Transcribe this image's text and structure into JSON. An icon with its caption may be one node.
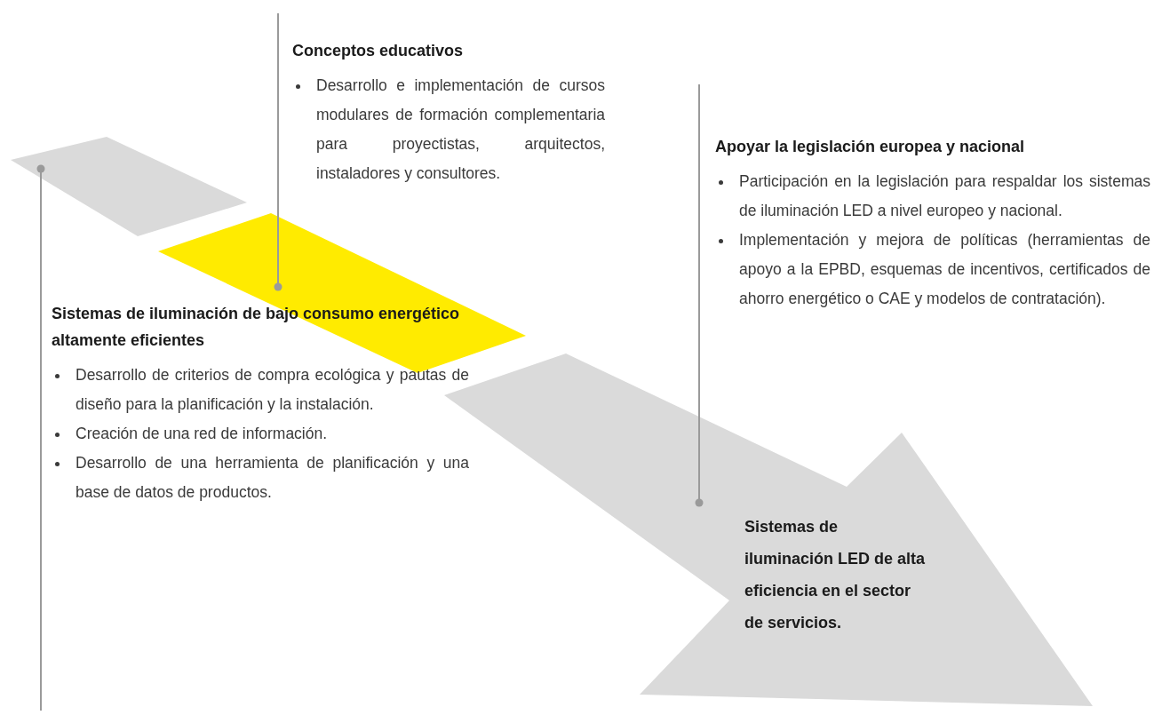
{
  "diagram": {
    "nodes": [
      {
        "text": [],
        "shape": "parallelogram"
      },
      {
        "text": [
          "Conceptos educativos",
          "Desarrollo e implementación de cursos modulares de formación complementaria para proyectistas, arquitectos, instaladores y consultores."
        ]
      },
      {
        "text": [],
        "shape": "parallelogram"
      },
      {
        "text": [
          "Apoyar la legislación europea y nacional",
          "Participación en la legislación para respaldar los sistemas de iluminación LED a nivel europeo y nacional.",
          "Implementación y mejora de políticas (herramientas de apoyo a la EPBD, esquemas de incentivos, certificados de ahorro energético o CAE y modelos de contratación)."
        ]
      },
      {
        "text": [
          "Sistemas de iluminación de bajo consumo energético altamente eficientes",
          "Desarrollo de criterios de compra ecológica y pautas de diseño para la planificación y la instalación.",
          "Creación de una red de información.",
          "Desarrollo de una herramienta de planificación y una base de datos de productos."
        ]
      },
      {
        "text": [
          "Sistemas de iluminación LED de alta eficiencia en el sector de servicios."
        ]
      }
    ],
    "edges": [
      {
        "from": 4,
        "to": 0,
        "arrow": "other"
      },
      {
        "from": 1,
        "to": 2,
        "arrow": "other"
      },
      {
        "from": 3,
        "to": 5,
        "arrow": "other"
      }
    ]
  }
}
